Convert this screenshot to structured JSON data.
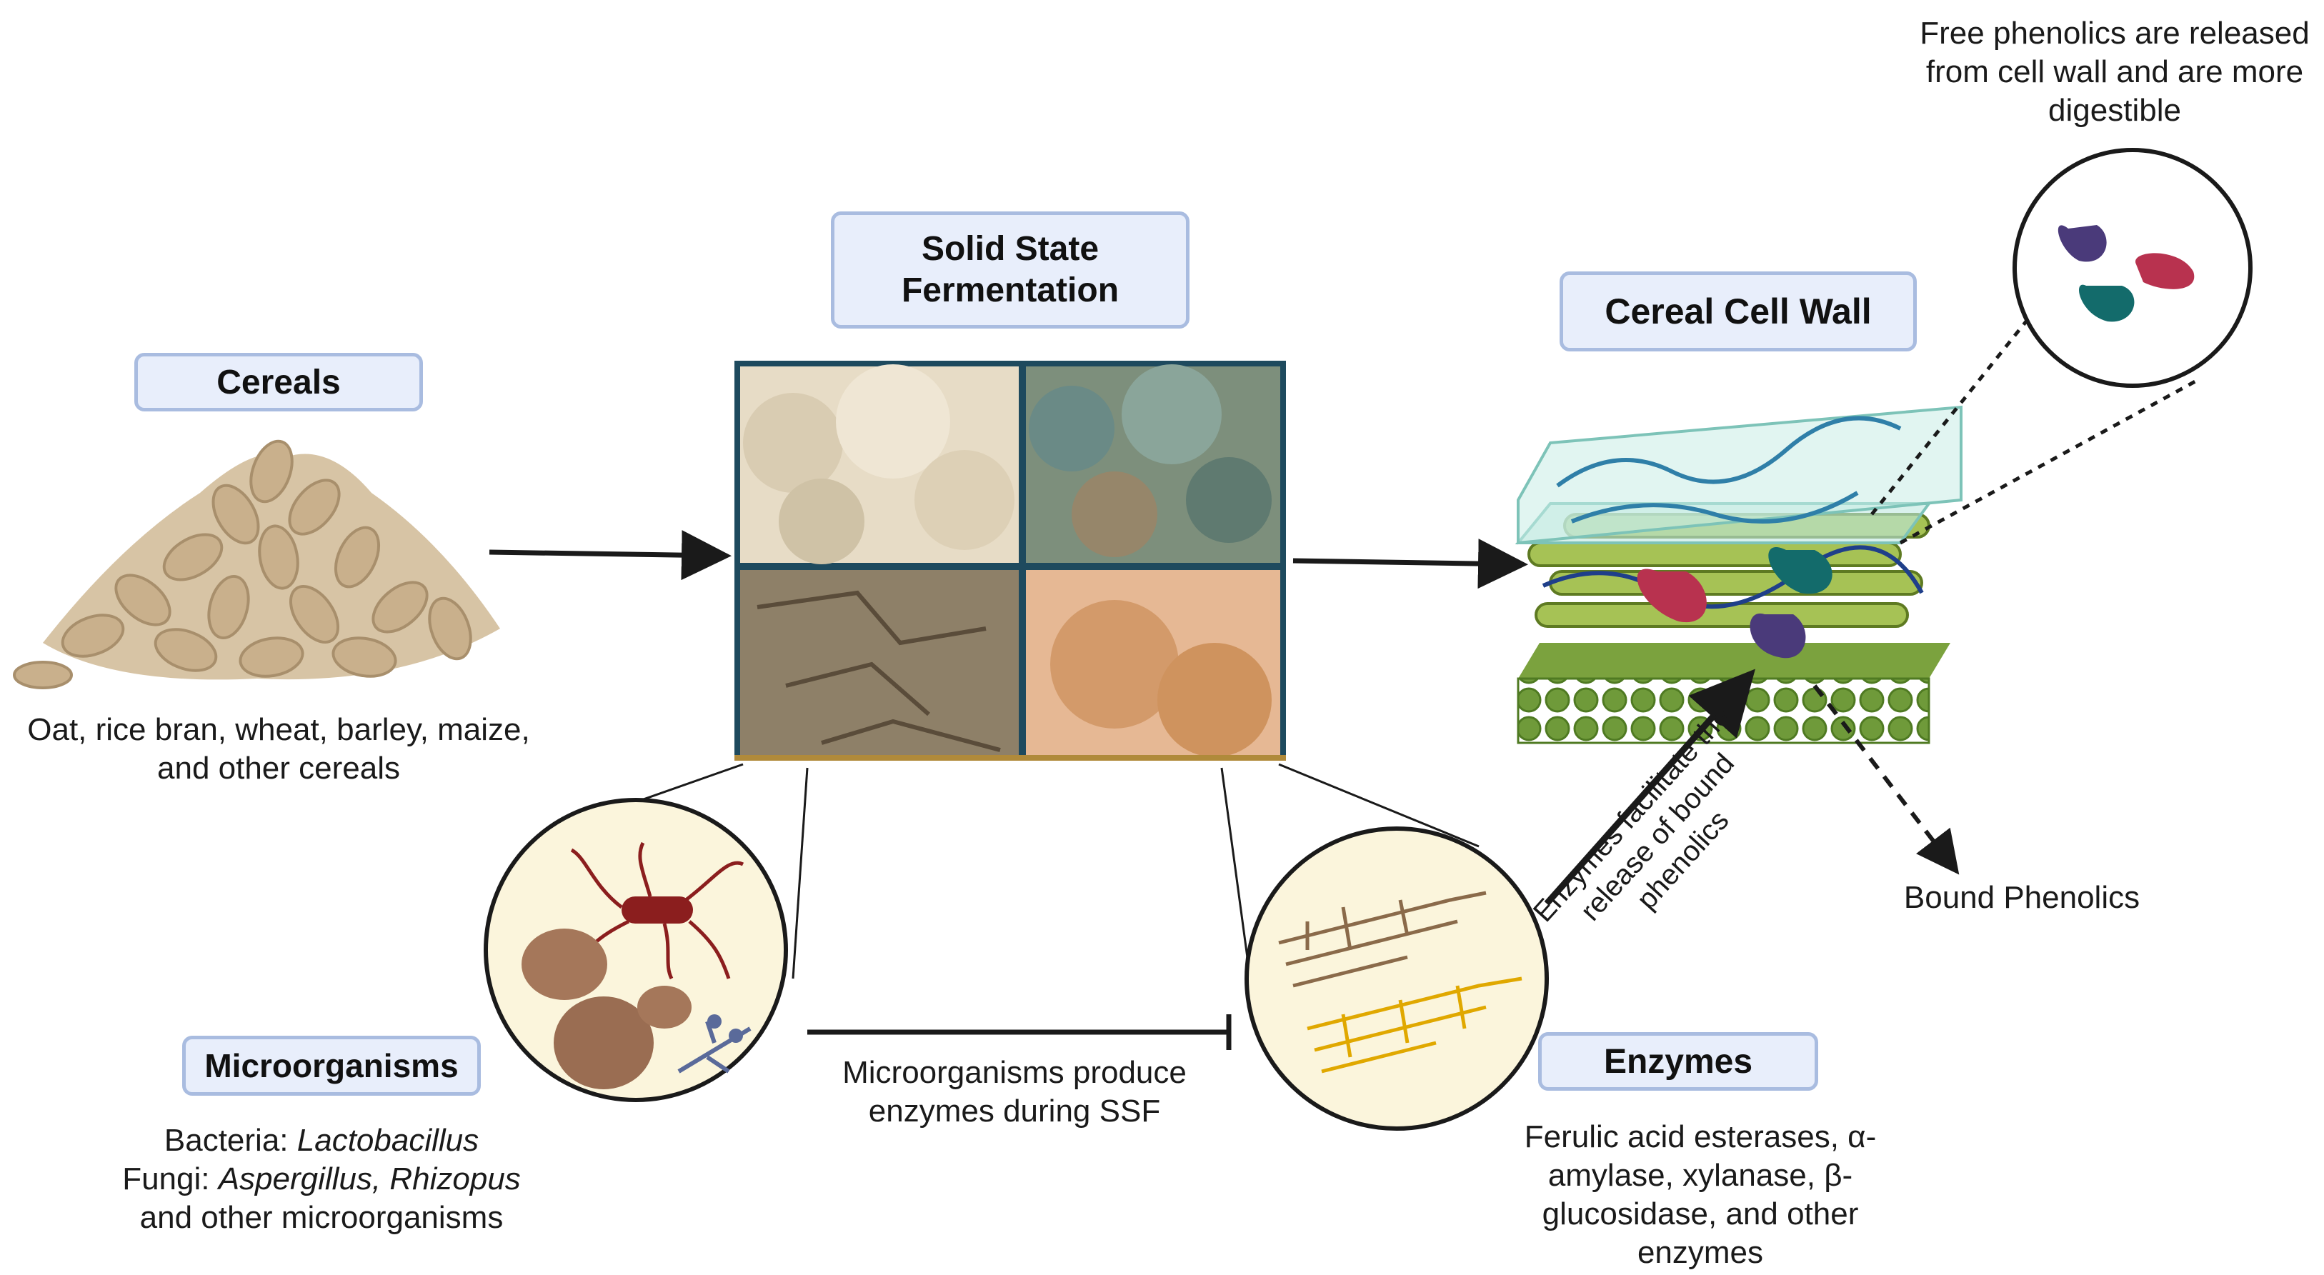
{
  "labels": {
    "cereals": "Cereals",
    "ssf_line1": "Solid State",
    "ssf_line2": "Fermentation",
    "cell_wall": "Cereal Cell Wall",
    "microorganisms": "Microorganisms",
    "enzymes": "Enzymes"
  },
  "captions": {
    "cereals_line1": "Oat, rice bran, wheat, barley, maize,",
    "cereals_line2": "and other cereals",
    "free_line1": "Free phenolics are released",
    "free_line2": "from cell wall and are more",
    "free_line3": "digestible",
    "bound": "Bound Phenolics",
    "produce_line1": "Microorganisms produce",
    "produce_line2": "enzymes during SSF",
    "facilitate_line1": "Enzymes facilitate the",
    "facilitate_line2": "release of bound",
    "facilitate_line3": "phenolics",
    "bacteria_prefix": "Bacteria: ",
    "bacteria_name": "Lactobacillus",
    "fungi_prefix": "Fungi: ",
    "fungi_name": "Aspergillus, Rhizopus",
    "micro_other": "and other microorganisms",
    "enz_line1": "Ferulic acid esterases, α-",
    "enz_line2": "amylase, xylanase, β-",
    "enz_line3": "glucosidase, and other",
    "enz_line4": "enzymes"
  },
  "icons": [
    "grain-pile-icon",
    "fermentation-photo-grid",
    "cell-wall-illustration",
    "microbe-circle-icon",
    "enzyme-circle-icon",
    "free-phenolics-circle-icon"
  ],
  "colors": {
    "box_fill": "#e8eefb",
    "box_border": "#a9bce0",
    "arrow": "#1a1a1a",
    "grain": "#cdb89a",
    "cell_green": "#8fb34a",
    "enzyme_crimson": "#b8324f",
    "enzyme_teal": "#136b6b",
    "enzyme_purple": "#4a3a7a"
  }
}
